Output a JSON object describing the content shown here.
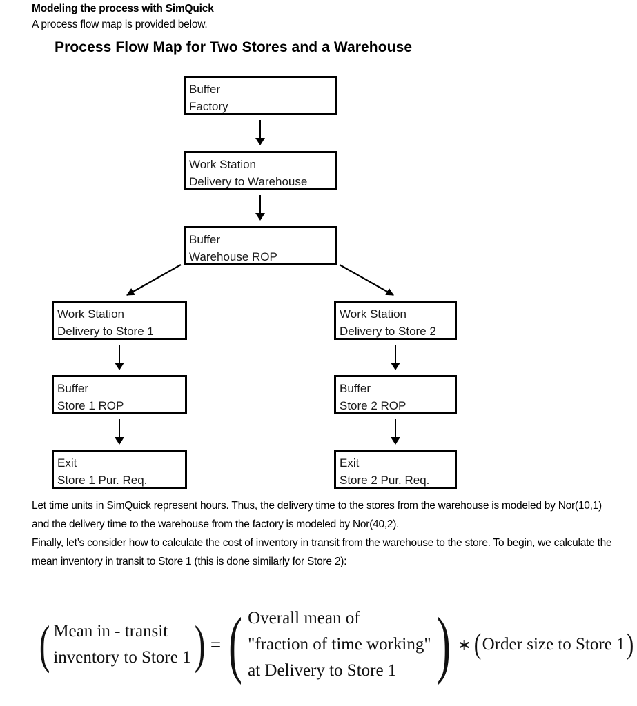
{
  "intro": {
    "heading": "Modeling the process with SimQuick",
    "line": "A process flow map is provided below."
  },
  "diagram": {
    "title": "Process Flow Map for Two Stores and a Warehouse",
    "nodes": [
      {
        "id": "factory",
        "type": "Buffer",
        "name": "Factory"
      },
      {
        "id": "delivery-warehouse",
        "type": "Work Station",
        "name": "Delivery to Warehouse"
      },
      {
        "id": "warehouse-rop",
        "type": "Buffer",
        "name": "Warehouse ROP"
      },
      {
        "id": "delivery-store-1",
        "type": "Work Station",
        "name": "Delivery to Store 1"
      },
      {
        "id": "store-1-rop",
        "type": "Buffer",
        "name": "Store 1 ROP"
      },
      {
        "id": "store-1-exit",
        "type": "Exit",
        "name": "Store 1 Pur. Req."
      },
      {
        "id": "delivery-store-2",
        "type": "Work Station",
        "name": "Delivery to Store 2"
      },
      {
        "id": "store-2-rop",
        "type": "Buffer",
        "name": "Store 2 ROP"
      },
      {
        "id": "store-2-exit",
        "type": "Exit",
        "name": "Store 2 Pur. Req."
      }
    ]
  },
  "body": {
    "paragraph_1": "Let time units in SimQuick represent hours. Thus, the delivery time to the stores from the warehouse is modeled by Nor(10,1) and the delivery time to the warehouse from the factory is modeled by Nor(40,2).",
    "paragraph_2": "Finally, let’s consider how to calculate the cost of inventory in transit from the warehouse to the store. To begin, we calculate the mean inventory in transit to Store 1 (this is done similarly for Store 2):"
  },
  "equation": {
    "left_line_1": "Mean in - transit",
    "left_line_2": "inventory to Store 1",
    "equals": "=",
    "middle_line_1": "Overall mean of",
    "middle_line_2": "\"fraction of time working\"",
    "middle_line_3": "at Delivery to Store 1",
    "multiply": "∗",
    "right_line": "Order size to Store 1",
    "open_paren": "(",
    "close_paren": ")"
  }
}
